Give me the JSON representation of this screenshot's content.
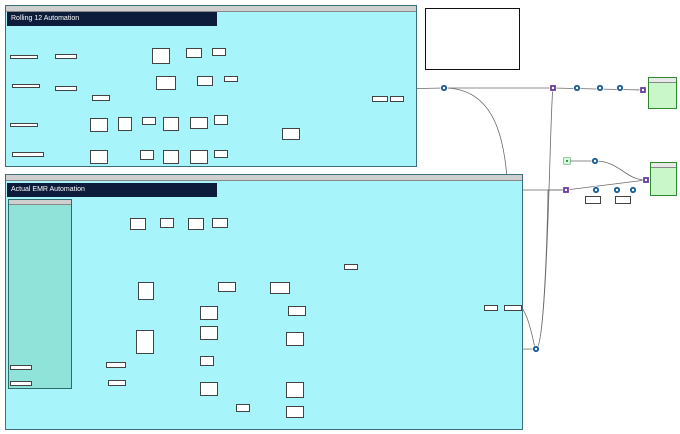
{
  "containers": [
    {
      "id": "rolling",
      "title": "Rolling 12 Automation",
      "bar_text": "Rolling 12 Automation"
    },
    {
      "id": "actual",
      "title": "Actual EMR Automation",
      "bar_text": "Actual EMR Automation"
    }
  ],
  "colors": {
    "container_fill": "#a8f4fb",
    "title_fill": "#0d1c3a",
    "tool_blue": "#1d5f9e",
    "tool_orange": "#e8743c",
    "tool_purple": "#6a3fa0",
    "tool_teal": "#2a9a8a",
    "tool_green": "#2e9b3c",
    "output_fill": "#c9f7c9",
    "connector": "#6a6a6a"
  },
  "icons": [
    "input-data-icon",
    "select-icon",
    "filter-icon",
    "formula-icon",
    "join-icon",
    "union-icon",
    "summarize-icon",
    "browse-icon",
    "output-icon"
  ]
}
